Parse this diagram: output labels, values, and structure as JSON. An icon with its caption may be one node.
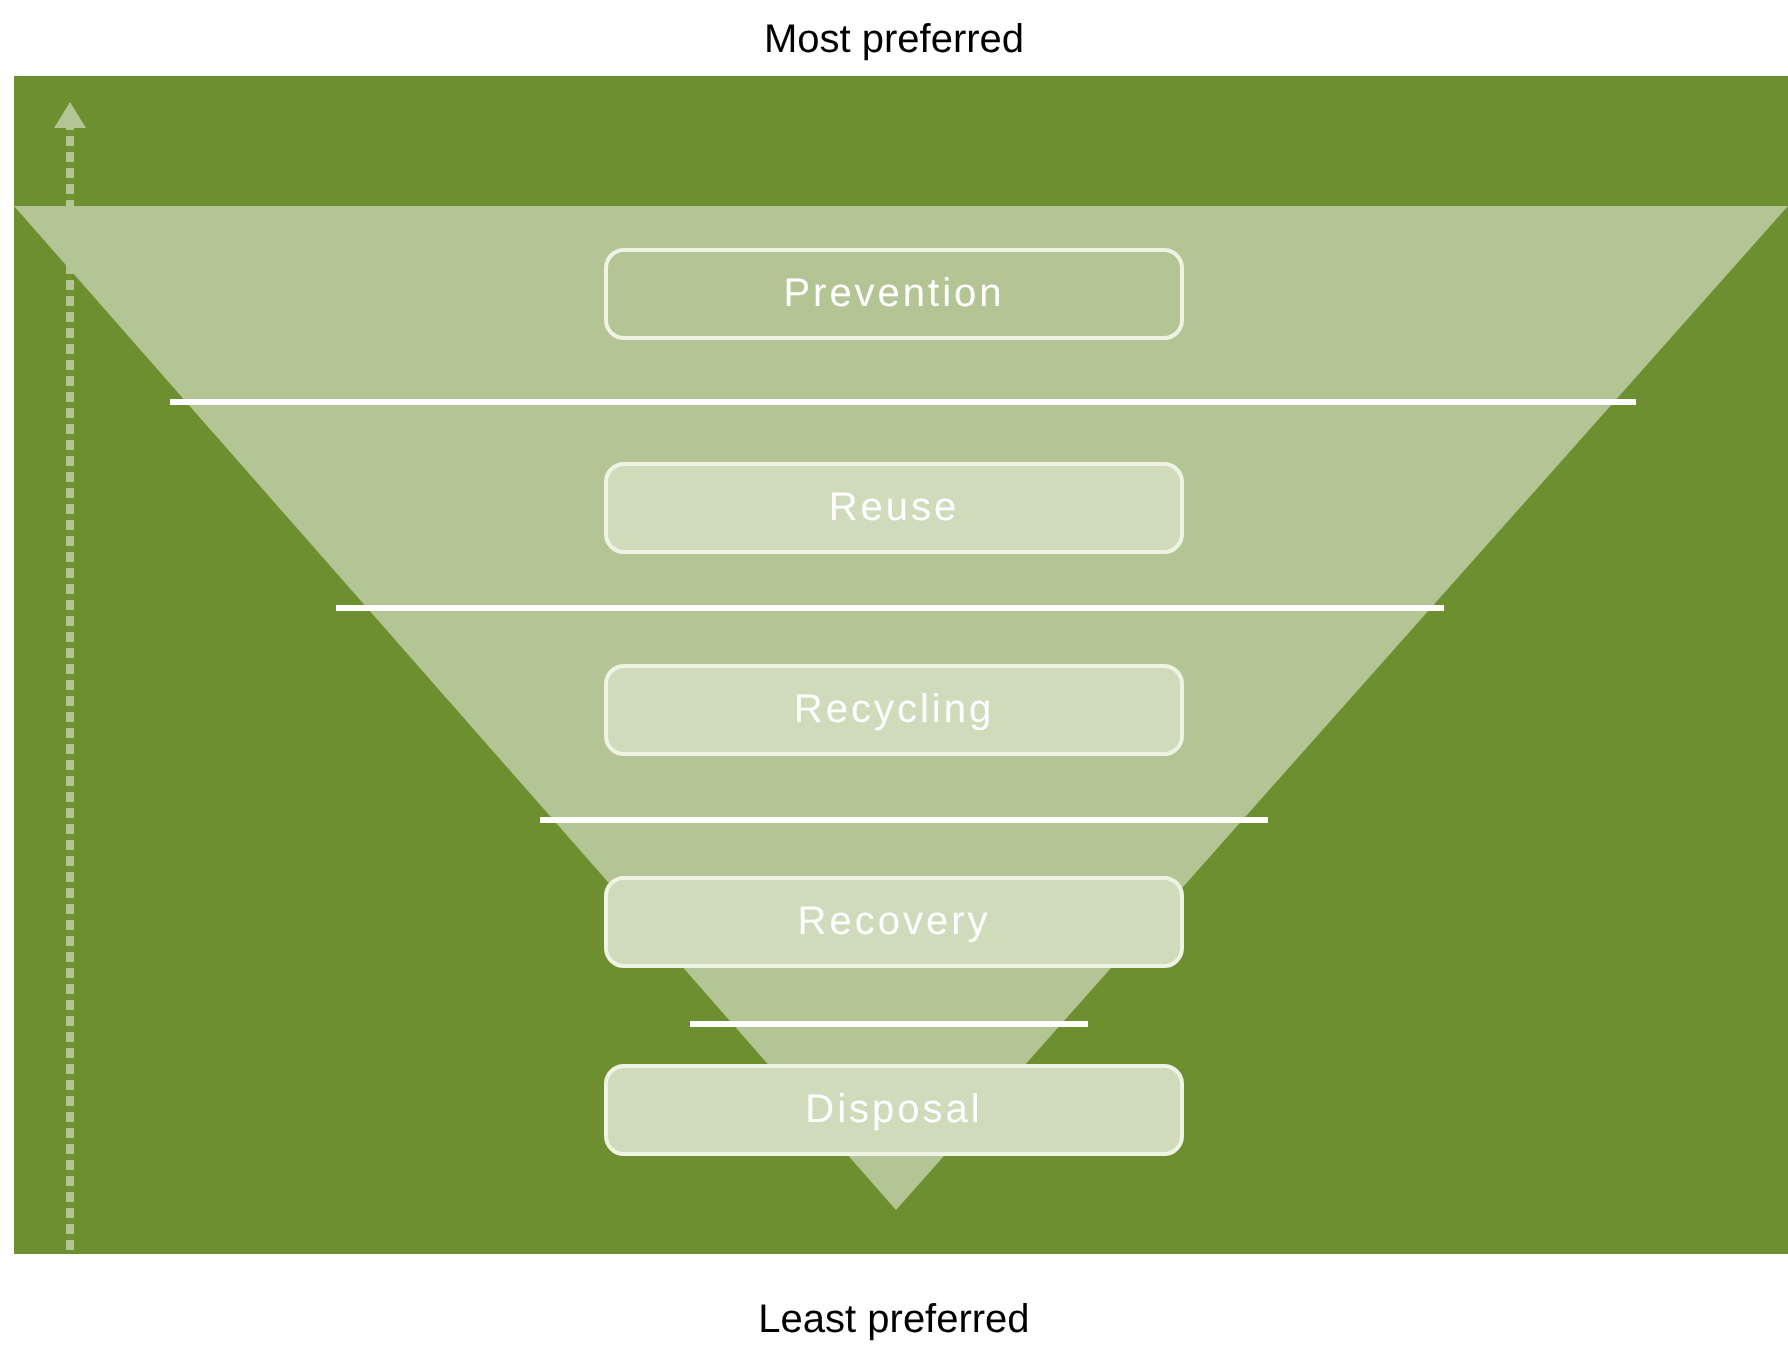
{
  "diagram": {
    "nodes": [
      {
        "text": [
          "Prevention"
        ]
      },
      {
        "text": [
          "Reuse"
        ]
      },
      {
        "text": [
          "Recycling"
        ]
      },
      {
        "text": [
          "Recovery"
        ]
      },
      {
        "text": [
          "Disposal"
        ]
      }
    ],
    "labels": [
      "Most preferred",
      "Least preferred"
    ]
  }
}
